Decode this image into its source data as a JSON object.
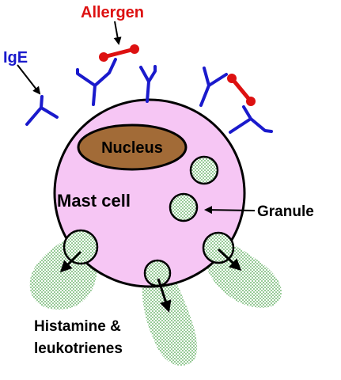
{
  "labels": {
    "allergen": "Allergen",
    "ige": "IgE",
    "nucleus": "Nucleus",
    "mast_cell": "Mast cell",
    "granule": "Granule",
    "released_line1": "Histamine &",
    "released_line2": "leukotrienes"
  },
  "colors": {
    "cell_fill": "#f6c6f4",
    "nucleus_fill": "#a26b37",
    "antibody": "#1a1acc",
    "allergen": "#dd1111",
    "granule_dots": "#6cb56c",
    "label_dark": "#000000"
  }
}
